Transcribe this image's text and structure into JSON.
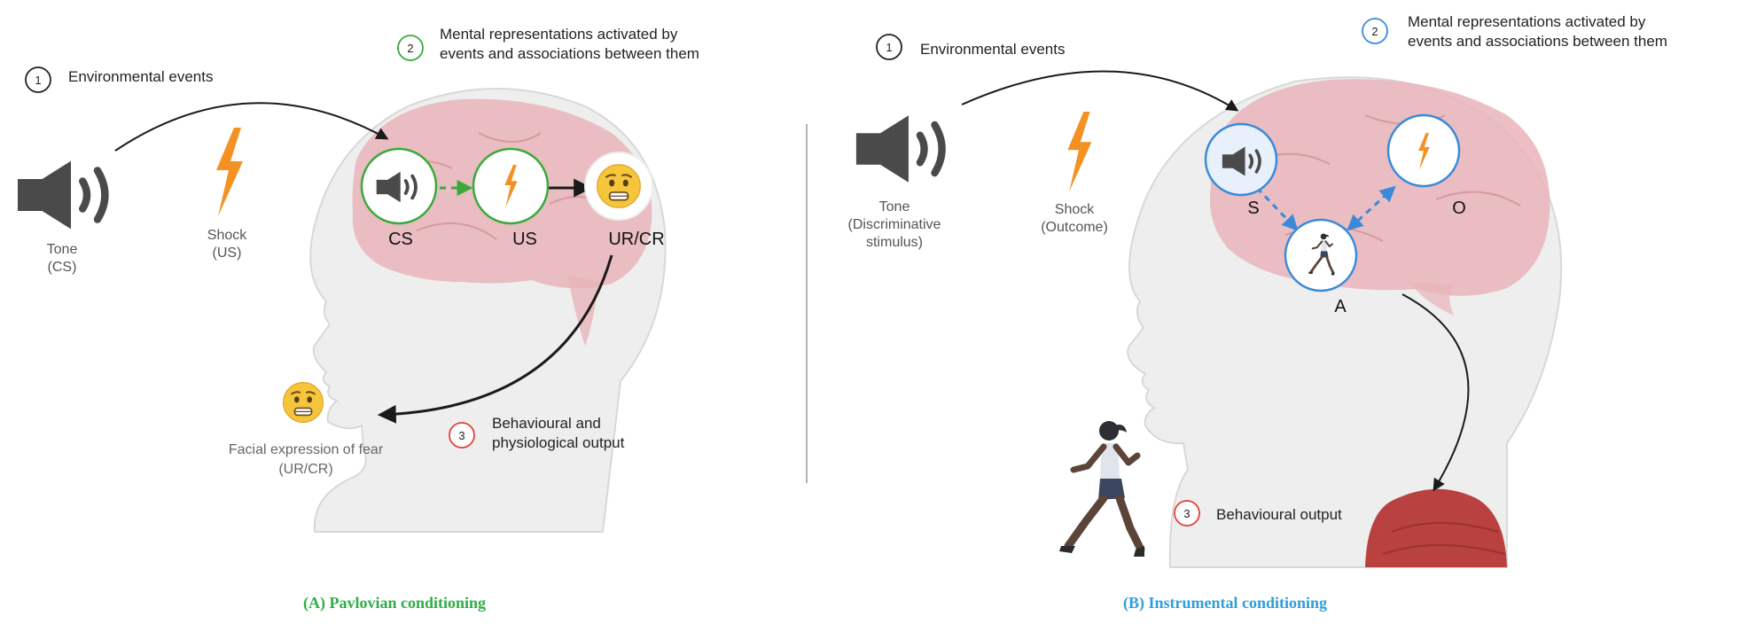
{
  "colors": {
    "green": "#3aa93c",
    "blue": "#3b8ad9",
    "red": "#e5403a",
    "orange": "#f39122",
    "brain": "#e7b4b8",
    "head": "#eeeeee",
    "head_outline": "#d8d8d8",
    "muscle": "#b9413f",
    "speaker": "#4a4a4a",
    "caption_green": "#2fae47",
    "caption_blue": "#2f9ed8"
  },
  "panel_a": {
    "step1": {
      "num": "1",
      "label": "Environmental events"
    },
    "step2": {
      "num": "2",
      "line1": "Mental representations activated by",
      "line2": "events and associations between them"
    },
    "step3": {
      "num": "3",
      "line1": "Behavioural and",
      "line2": "physiological output"
    },
    "tone": {
      "line1": "Tone",
      "line2": "(CS)"
    },
    "shock": {
      "line1": "Shock",
      "line2": "(US)"
    },
    "nodes": {
      "cs": "CS",
      "us": "US",
      "urcr": "UR/CR"
    },
    "face": {
      "line1": "Facial expression of fear",
      "line2": "(UR/CR)"
    },
    "caption": "(A) Pavlovian conditioning"
  },
  "panel_b": {
    "step1": {
      "num": "1",
      "label": "Environmental events"
    },
    "step2": {
      "num": "2",
      "line1": "Mental representations activated by",
      "line2": "events and associations between them"
    },
    "step3": {
      "num": "3",
      "label": "Behavioural output"
    },
    "tone": {
      "line1": "Tone",
      "line2": "(Discriminative",
      "line3": "stimulus)"
    },
    "shock": {
      "line1": "Shock",
      "line2": "(Outcome)"
    },
    "nodes": {
      "s": "S",
      "o": "O",
      "a": "A"
    },
    "caption": "(B) Instrumental conditioning"
  },
  "icons": {
    "speaker": "speaker-icon",
    "bolt": "lightning-bolt-icon",
    "fear_face": "fearful-face-icon",
    "runner": "runner-icon",
    "head": "head-silhouette-icon",
    "brain": "brain-icon",
    "muscle": "muscle-icon"
  }
}
